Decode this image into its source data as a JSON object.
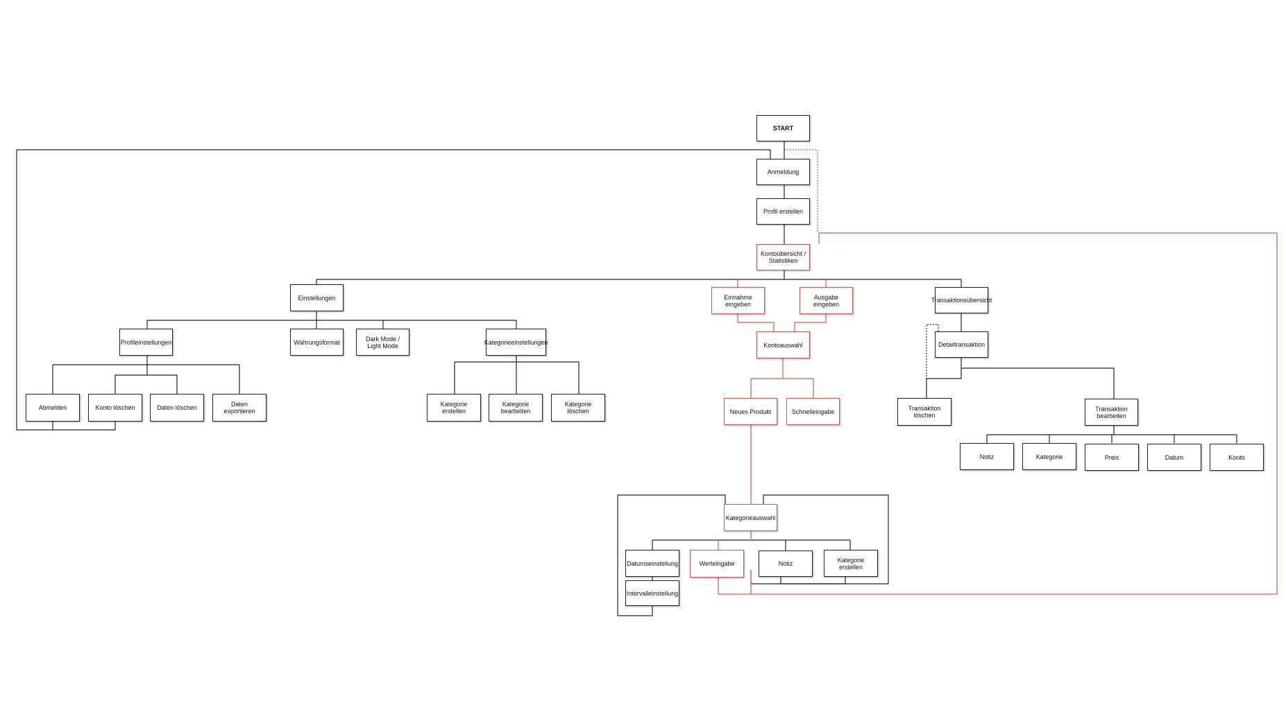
{
  "diagram": {
    "colors": {
      "black_line": "#222222",
      "red_line": "#d9534f"
    },
    "nodes": {
      "start": "START",
      "anmeldung": "Anmeldung",
      "profil_erstellen": "Profil erstellen",
      "kontouebersicht": "Kontoübersicht /\nStatistiken",
      "einstellungen": "Einstellungen",
      "einnahme": "Einnahme eingeben",
      "ausgabe": "Ausgabe eingeben",
      "transaktionsuebersicht": "Transaktionsübersicht",
      "profileinstellungen": "Profileinstellungen",
      "waehrungsformat": "Währungsformat",
      "darkmode": "Dark Mode /\nLight Mode",
      "kategorieeinstellungen": "Kategorieeinstellungen",
      "kontoauswahl": "Kontoauswahl",
      "detailtransaktion": "Detailtransaktion",
      "abmelden": "Abmelden",
      "konto_loeschen": "Konto löschen",
      "daten_loeschen": "Daten löschen",
      "daten_exportieren": "Daten exportieren",
      "kategorie_erstellen_1": "Kategorie erstellen",
      "kategorie_bearbeiten": "Kategorie bearbeiten",
      "kategorie_loeschen": "Kategorie löschen",
      "neues_produkt": "Neues Produkt",
      "schnelleingabe": "Schnelleingabe",
      "transaktion_loeschen": "Transaktion löschen",
      "transaktion_bearbeiten": "Transaktion\nbearbeiten",
      "notiz_1": "Notiz",
      "kategorie": "Kategorie",
      "preis": "Preis",
      "datum": "Datum",
      "konto": "Konto",
      "kategorieauswahl": "Kategorieauswahl",
      "datumseinstellung": "Datumseinstellung",
      "werteingabe": "Werteingabe",
      "notiz_2": "Notiz",
      "kategorie_erstellen_2": "Kategorie erstellen",
      "intervalleinstellung": "Intervalleinstellung"
    }
  }
}
